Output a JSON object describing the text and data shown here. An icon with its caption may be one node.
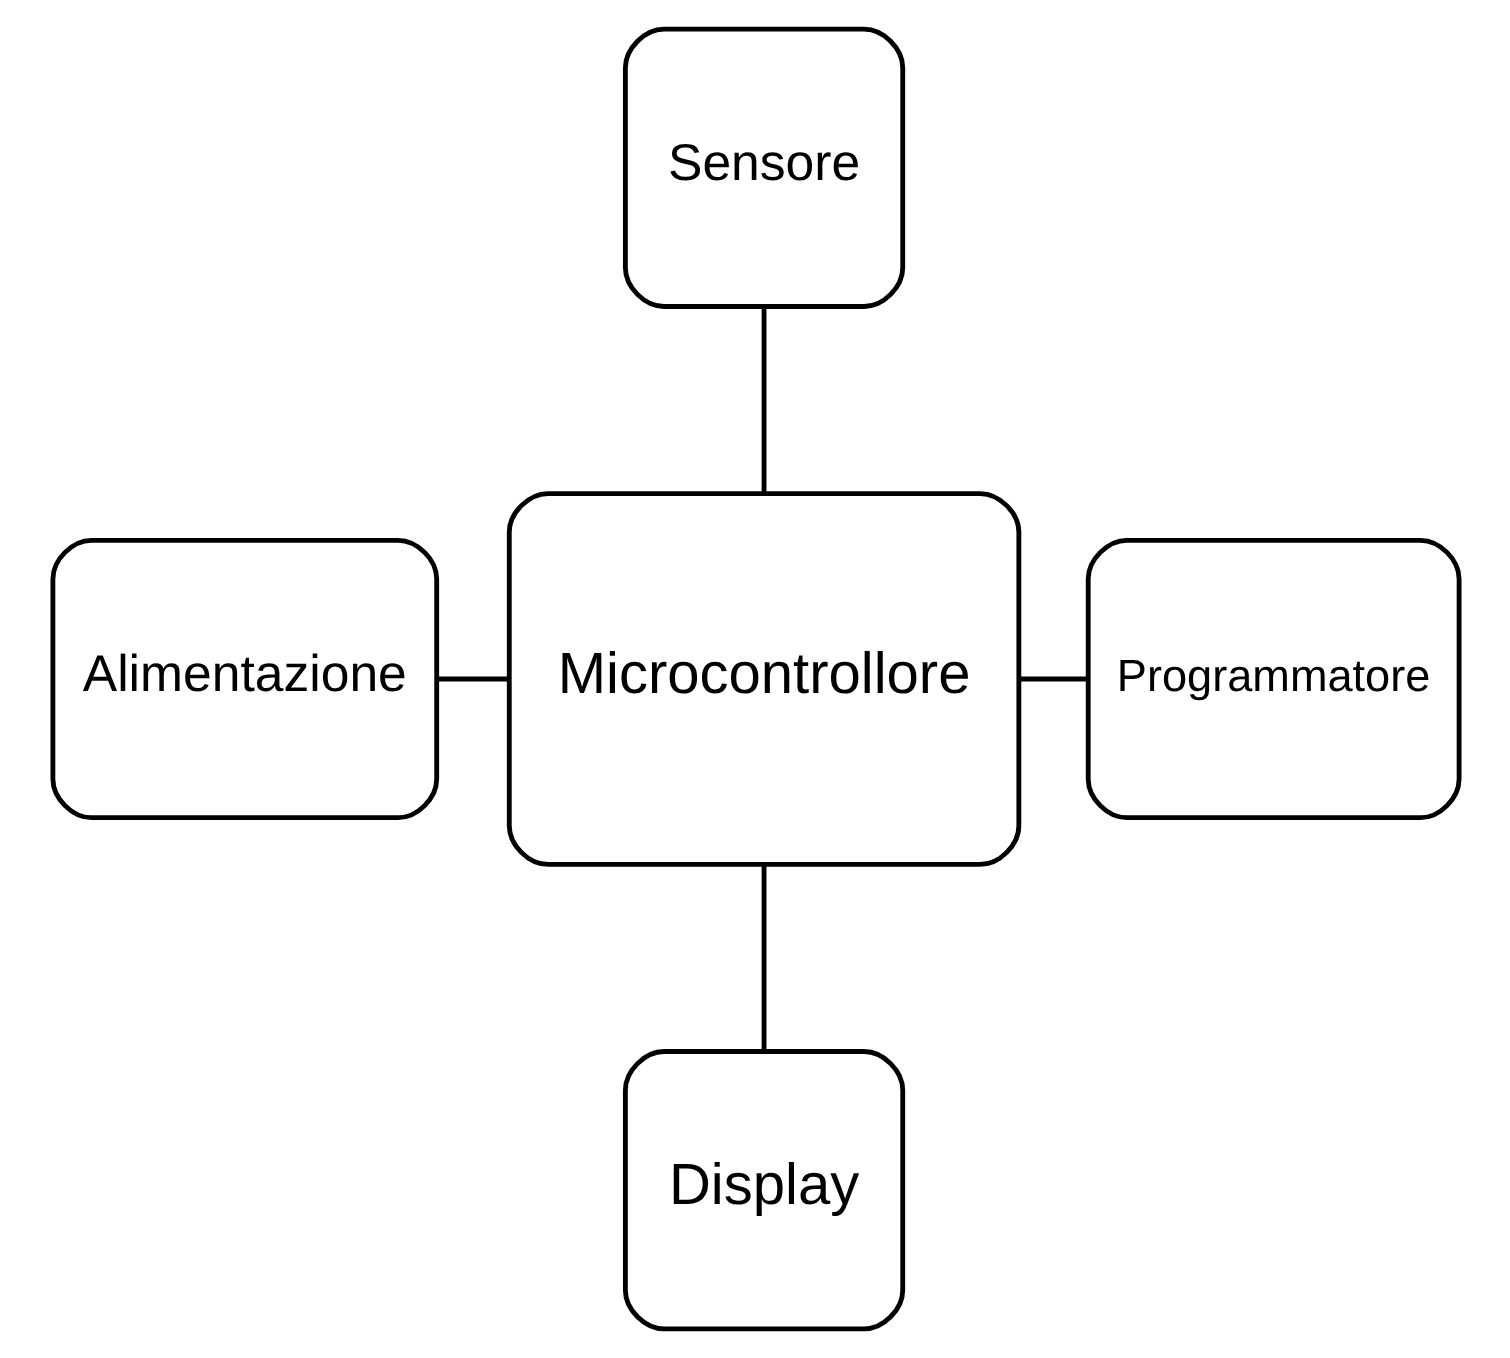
{
  "diagram": {
    "nodes": [
      {
        "text": [
          "Sensore"
        ]
      },
      {
        "text": [
          "Alimentazione"
        ]
      },
      {
        "text": [
          "Microcontrollore"
        ]
      },
      {
        "text": [
          "Programmatore"
        ]
      },
      {
        "text": [
          "Display"
        ]
      }
    ],
    "edges": [
      {
        "from": 0,
        "to": 2,
        "arrow": "none"
      },
      {
        "from": 1,
        "to": 2,
        "arrow": "none"
      },
      {
        "from": 2,
        "to": 3,
        "arrow": "none"
      },
      {
        "from": 2,
        "to": 4,
        "arrow": "none"
      }
    ]
  }
}
